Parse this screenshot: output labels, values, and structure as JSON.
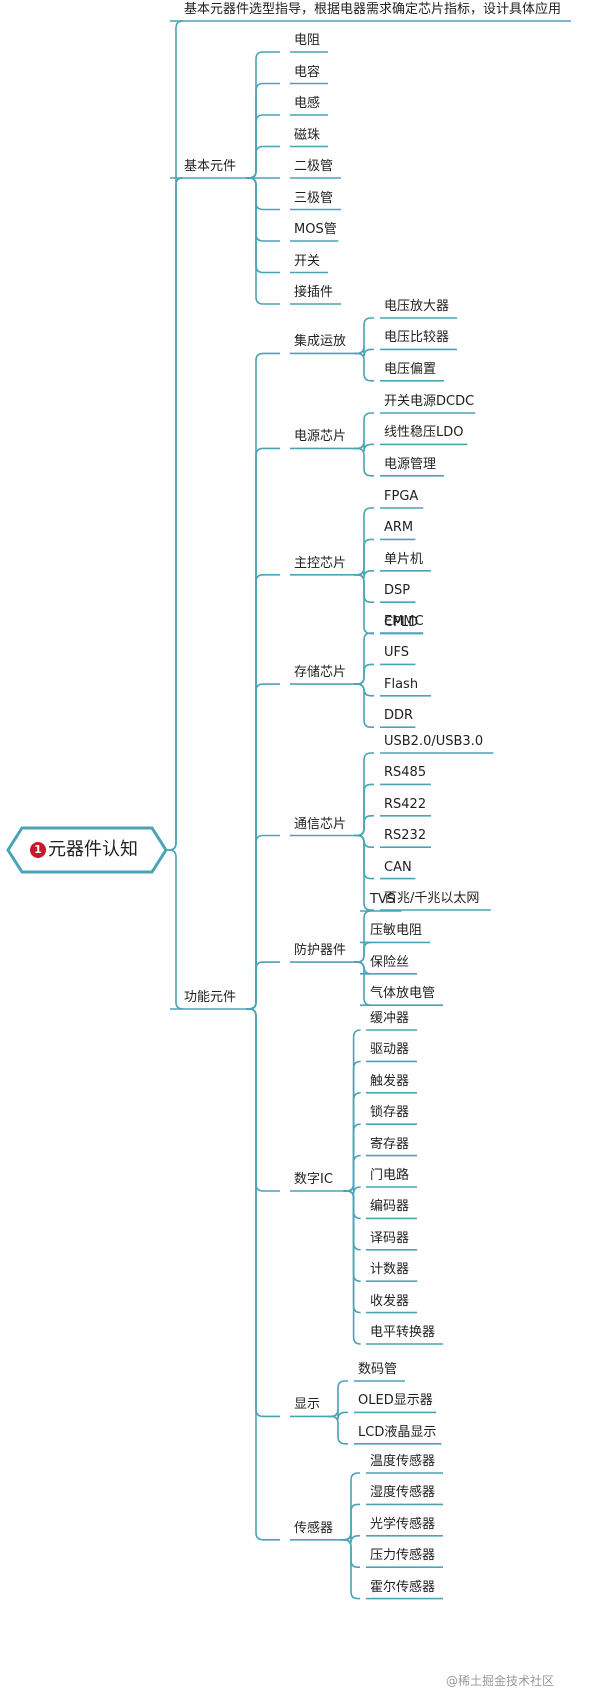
{
  "root": {
    "badge": "1",
    "label": "元器件认知"
  },
  "branches": [
    {
      "label": "基本元器件选型指导，根据电器需求确定芯片指标，设计具体应用",
      "children": []
    },
    {
      "label": "基本元件",
      "children": [
        {
          "label": "电阻",
          "children": []
        },
        {
          "label": "电容",
          "children": []
        },
        {
          "label": "电感",
          "children": []
        },
        {
          "label": "磁珠",
          "children": []
        },
        {
          "label": "二极管",
          "children": []
        },
        {
          "label": "三极管",
          "children": []
        },
        {
          "label": "MOS管",
          "children": []
        },
        {
          "label": "开关",
          "children": []
        },
        {
          "label": "接插件",
          "children": []
        }
      ]
    },
    {
      "label": "功能元件",
      "children": [
        {
          "label": "集成运放",
          "children": [
            {
              "label": "电压放大器"
            },
            {
              "label": "电压比较器"
            },
            {
              "label": "电压偏置"
            }
          ]
        },
        {
          "label": "电源芯片",
          "children": [
            {
              "label": "开关电源DCDC"
            },
            {
              "label": "线性稳压LDO"
            },
            {
              "label": "电源管理"
            }
          ]
        },
        {
          "label": "主控芯片",
          "children": [
            {
              "label": "FPGA"
            },
            {
              "label": "ARM"
            },
            {
              "label": "单片机"
            },
            {
              "label": "DSP"
            },
            {
              "label": "CPLD"
            }
          ]
        },
        {
          "label": "存储芯片",
          "children": [
            {
              "label": "EMMC"
            },
            {
              "label": "UFS"
            },
            {
              "label": "Flash"
            },
            {
              "label": "DDR"
            }
          ]
        },
        {
          "label": "通信芯片",
          "children": [
            {
              "label": "USB2.0/USB3.0"
            },
            {
              "label": "RS485"
            },
            {
              "label": "RS422"
            },
            {
              "label": "RS232"
            },
            {
              "label": "CAN"
            },
            {
              "label": "百兆/千兆以太网"
            }
          ]
        },
        {
          "label": "防护器件",
          "children": [
            {
              "label": "TVS"
            },
            {
              "label": "压敏电阻"
            },
            {
              "label": "保险丝"
            },
            {
              "label": "气体放电管"
            }
          ]
        },
        {
          "label": "数字IC",
          "children": [
            {
              "label": "缓冲器"
            },
            {
              "label": "驱动器"
            },
            {
              "label": "触发器"
            },
            {
              "label": "锁存器"
            },
            {
              "label": "寄存器"
            },
            {
              "label": "门电路"
            },
            {
              "label": "编码器"
            },
            {
              "label": "译码器"
            },
            {
              "label": "计数器"
            },
            {
              "label": "收发器"
            },
            {
              "label": "电平转换器"
            }
          ]
        },
        {
          "label": "显示",
          "children": [
            {
              "label": "数码管"
            },
            {
              "label": "OLED显示器"
            },
            {
              "label": "LCD液晶显示"
            }
          ]
        },
        {
          "label": "传感器",
          "children": [
            {
              "label": "温度传感器"
            },
            {
              "label": "湿度传感器"
            },
            {
              "label": "光学传感器"
            },
            {
              "label": "压力传感器"
            },
            {
              "label": "霍尔传感器"
            }
          ]
        }
      ]
    }
  ],
  "watermark": "@稀土掘金技术社区",
  "colors": {
    "line": "#4aa3b6",
    "root_border": "#4aa3b6",
    "badge": "#c8192b"
  }
}
